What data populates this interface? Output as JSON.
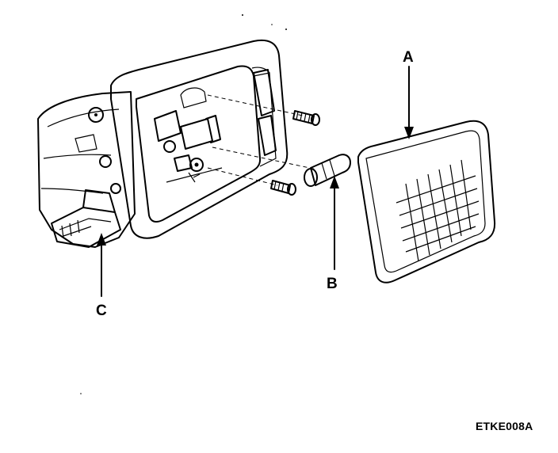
{
  "callouts": {
    "a": "A",
    "b": "B",
    "c": "C"
  },
  "figure_code": "ETKE008A"
}
